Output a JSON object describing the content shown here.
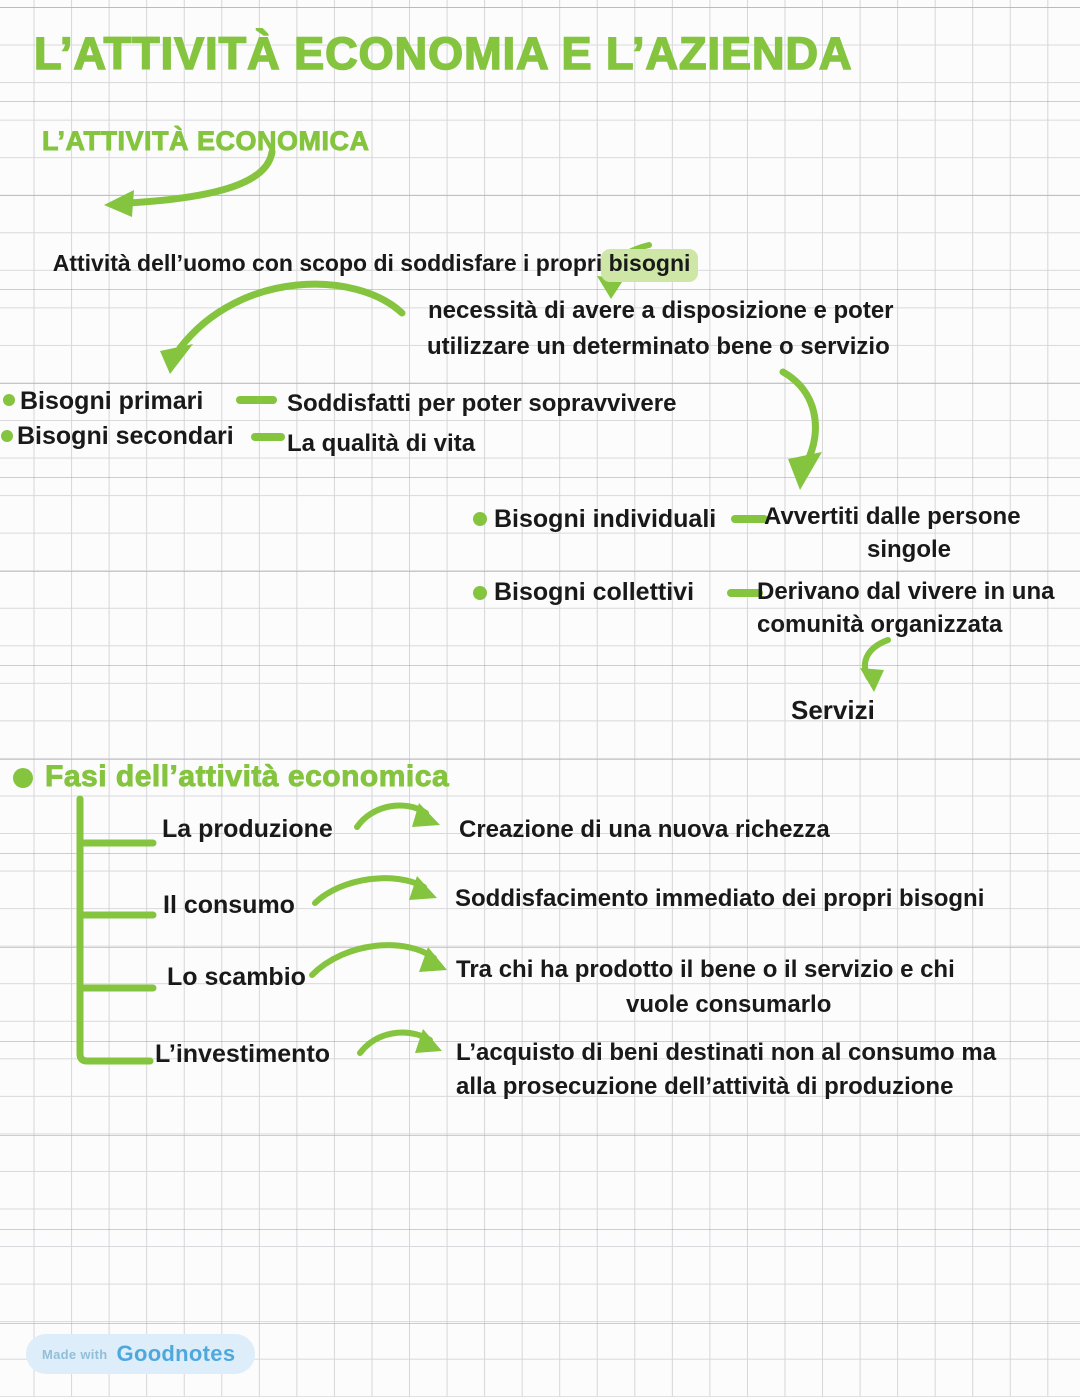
{
  "page_title": "L’ATTIVITÀ ECONOMIA E L’AZIENDA",
  "section_title": "L’ATTIVITÀ ECONOMICA",
  "intro": {
    "before": "Attività dell’uomo con scopo di soddisfare i propri ",
    "highlight": "bisogni"
  },
  "needs_definition": {
    "line1": "necessità di avere a disposizione e poter",
    "line2": "utilizzare un determinato bene o servizio"
  },
  "needs_types": [
    {
      "label": "Bisogni primari",
      "description": "Soddisfatti per poter sopravvivere"
    },
    {
      "label": "Bisogni secondari",
      "description": "La qualità di vita"
    }
  ],
  "needs_scope": [
    {
      "label": "Bisogni individuali",
      "lines": [
        "Avvertiti dalle persone",
        "singole"
      ]
    },
    {
      "label": "Bisogni collettivi",
      "lines": [
        "Derivano dal vivere in una",
        "comunità organizzata"
      ]
    }
  ],
  "services_label": "Servizi",
  "phases": {
    "heading": "Fasi dell’attività economica",
    "items": [
      {
        "label": "La produzione",
        "lines": [
          "Creazione di una nuova richezza"
        ]
      },
      {
        "label": "Il consumo",
        "lines": [
          "Soddisfacimento immediato dei propri bisogni"
        ]
      },
      {
        "label": "Lo scambio",
        "lines": [
          "Tra chi ha prodotto il bene o il servizio e chi",
          "vuole consumarlo"
        ]
      },
      {
        "label": "L’investimento",
        "lines": [
          "L’acquisto di beni destinati non al consumo ma",
          "alla prosecuzione dell’attività di produzione"
        ]
      }
    ]
  },
  "watermark": {
    "prefix": "Made with",
    "brand": "Goodnotes"
  },
  "colors": {
    "accent_green": "#85c43e",
    "highlight_green": "#cfe7a6",
    "ink": "#191919",
    "grid_line": "#d6d6d9",
    "watermark_text": "#4fa8dd",
    "watermark_bg": "#ddeefa"
  }
}
